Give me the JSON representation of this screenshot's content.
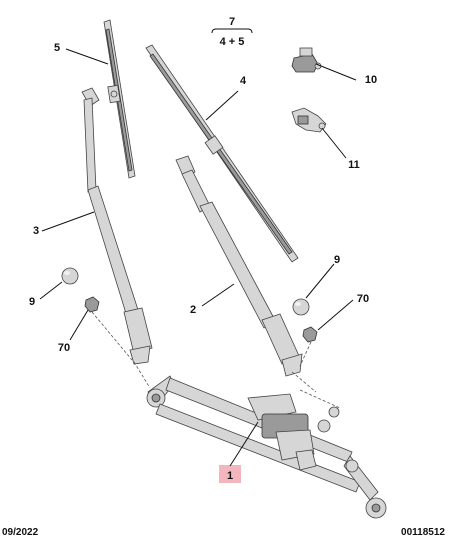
{
  "callouts": {
    "c1": "1",
    "c2": "2",
    "c3": "3",
    "c4": "4",
    "c5": "5",
    "c9a": "9",
    "c9b": "9",
    "c10": "10",
    "c11": "11",
    "c70a": "70",
    "c70b": "70",
    "kit_number": "7",
    "kit_contents": "4 + 5"
  },
  "footer": {
    "date": "09/2022",
    "ref": "00118512"
  },
  "colors": {
    "highlight": "#f4b6bd",
    "part_fill": "#d6d6d6",
    "outline": "#444444"
  }
}
